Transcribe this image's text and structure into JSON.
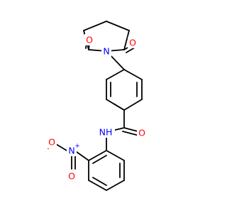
{
  "molecule": {
    "atoms": {
      "o_imide_left": {
        "text": "O",
        "color": "#ff0000"
      },
      "o_imide_right": {
        "text": "O",
        "color": "#ff0000"
      },
      "n_imide": {
        "text": "N",
        "color": "#0000ff"
      },
      "o_amide": {
        "text": "O",
        "color": "#ff0000"
      },
      "nh_amide": {
        "text": "NH",
        "color": "#0000ff"
      },
      "n_nitro": {
        "text": "N",
        "charge": "+",
        "color": "#0000ff"
      },
      "o_nitro_minus": {
        "text": "O",
        "charge": "-",
        "color": "#ff0000"
      },
      "o_nitro_double": {
        "text": "O",
        "color": "#ff0000"
      }
    }
  }
}
